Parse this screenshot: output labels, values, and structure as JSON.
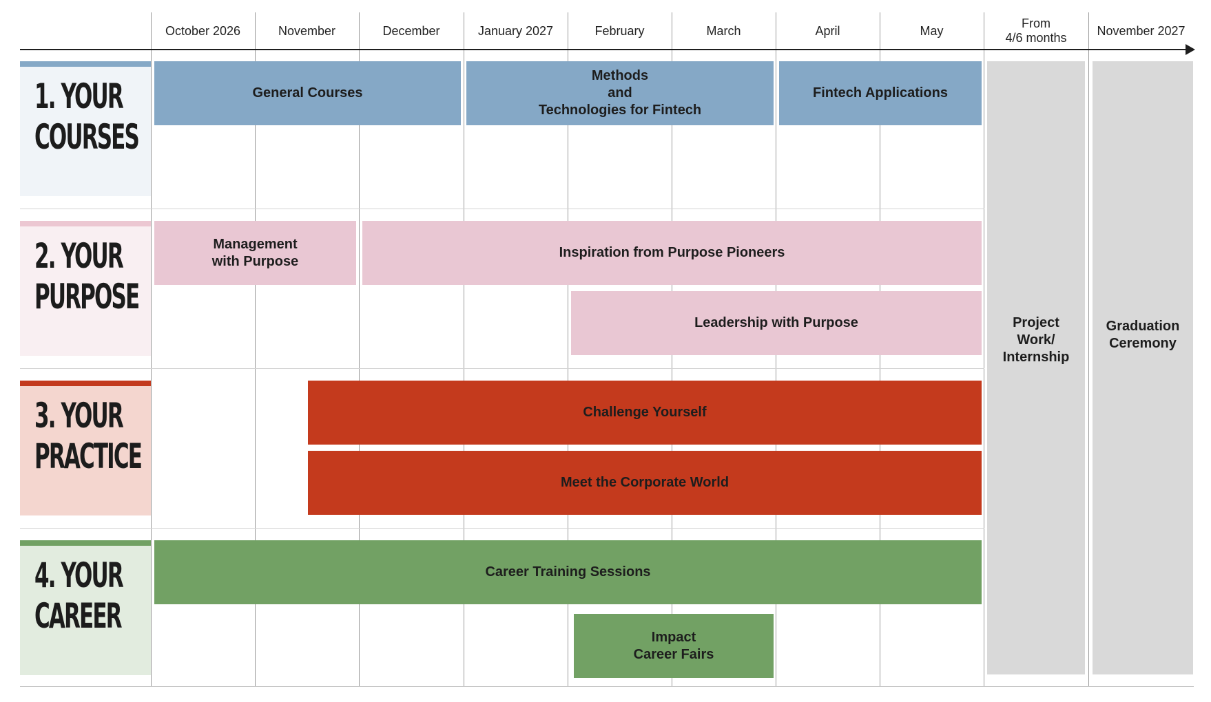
{
  "timeline": {
    "months": [
      "October 2026",
      "November",
      "December",
      "January 2027",
      "February",
      "March",
      "April",
      "May",
      "From\n4/6 months",
      "November 2027"
    ]
  },
  "sections": [
    {
      "label": "1. YOUR\nCOURSES",
      "color": "#85a8c6",
      "bg": "#f0f4f8"
    },
    {
      "label": "2. YOUR\nPURPOSE",
      "color": "#ecc7d2",
      "bg": "#f9eff2"
    },
    {
      "label": "3. YOUR\nPRACTICE",
      "color": "#c33a1e",
      "bg": "#f4d6cf"
    },
    {
      "label": "4. YOUR\nCAREER",
      "color": "#72a164",
      "bg": "#e2ecdf"
    }
  ],
  "activities": {
    "general_courses": "General Courses",
    "methods_fintech": "Methods\nand\nTechnologies for Fintech",
    "fintech_applications": "Fintech Applications",
    "management_purpose": "Management\nwith Purpose",
    "inspiration_pioneers": "Inspiration from Purpose Pioneers",
    "leadership_purpose": "Leadership with Purpose",
    "challenge_yourself": "Challenge Yourself",
    "corporate_world": "Meet the Corporate World",
    "career_training": "Career Training Sessions",
    "impact_fairs": "Impact\nCareer Fairs"
  },
  "final_phases": {
    "project_work": "Project\nWork/\nInternship",
    "graduation": "Graduation\nCeremony"
  },
  "colors": {
    "courses_bar": "#85a8c6",
    "purpose_bar": "#e9c7d3",
    "practice_bar": "#c43a1d",
    "career_bar": "#72a164",
    "final_column": "#d9d9d9",
    "axis": "#1e1e1e"
  }
}
